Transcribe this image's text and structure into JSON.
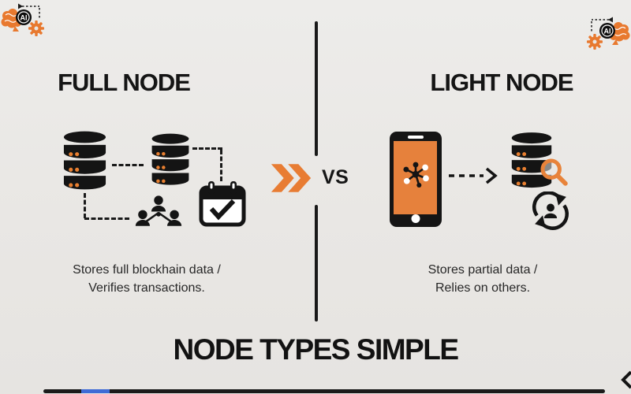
{
  "palette": {
    "background": "#e9e7e4",
    "ink": "#141414",
    "orange": "#e87c33",
    "white": "#ffffff",
    "progress_blue": "#3f6bd6",
    "caption_gray": "#272727"
  },
  "branding": {
    "ai_label": "AI"
  },
  "left_panel": {
    "title": "FULL NODE",
    "caption_line1": "Stores full blockhain data /",
    "caption_line2": "Verifies transactions.",
    "icon_names": [
      "database-stack",
      "database-stack",
      "peer-network",
      "calendar-check"
    ]
  },
  "center": {
    "vs_label": "VS",
    "icon_names": [
      "double-chevron-right",
      "vertical-divider"
    ]
  },
  "right_panel": {
    "title": "LIGHT NODE",
    "caption_line1": "Stores partial data /",
    "caption_line2": "Relies on others.",
    "icon_names": [
      "smartphone-graph",
      "dashed-arrow-right",
      "database-search",
      "user-sync"
    ]
  },
  "footer": {
    "title": "NODE TYPES SIMPLE"
  },
  "corner_motifs": {
    "icon_names": [
      "brain",
      "ai-badge",
      "gear"
    ]
  }
}
